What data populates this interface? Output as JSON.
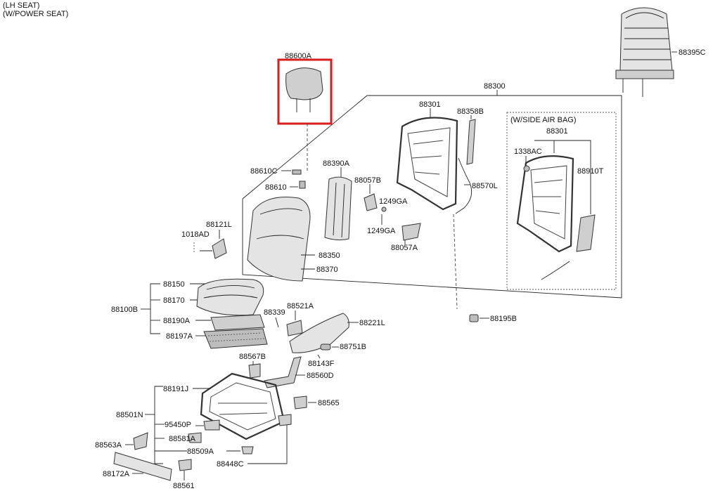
{
  "header": {
    "line1": "(LH SEAT)",
    "line2": "(W/POWER SEAT)"
  },
  "highlight": {
    "part": "88600A",
    "color": "#d91c1c"
  },
  "sub_box": {
    "title": "(W/SIDE AIR BAG)"
  },
  "labels": {
    "p88600A": "88600A",
    "p88395C": "88395C",
    "p88300": "88300",
    "p88301": "88301",
    "p88358B": "88358B",
    "p88301b": "88301",
    "p1338AC": "1338AC",
    "p88910T": "88910T",
    "p88610C": "88610C",
    "p88390A": "88390A",
    "p88057B": "88057B",
    "p88570L": "88570L",
    "p88610": "88610",
    "p1249GA": "1249GA",
    "p1249GAb": "1249GA",
    "p88057A": "88057A",
    "p88121L": "88121L",
    "p1018AD": "1018AD",
    "p88350": "88350",
    "p88370": "88370",
    "p88150": "88150",
    "p88170": "88170",
    "p88100B": "88100B",
    "p88190A": "88190A",
    "p88197A": "88197A",
    "p88339": "88339",
    "p88521A": "88521A",
    "p88221L": "88221L",
    "p88195B": "88195B",
    "p88751B": "88751B",
    "p88143F": "88143F",
    "p88567B": "88567B",
    "p88560D": "88560D",
    "p88191J": "88191J",
    "p88565": "88565",
    "p88501N": "88501N",
    "p95450P": "95450P",
    "p88563A": "88563A",
    "p88581A": "88581A",
    "p88509A": "88509A",
    "p88448C": "88448C",
    "p88172A": "88172A",
    "p88561": "88561"
  }
}
